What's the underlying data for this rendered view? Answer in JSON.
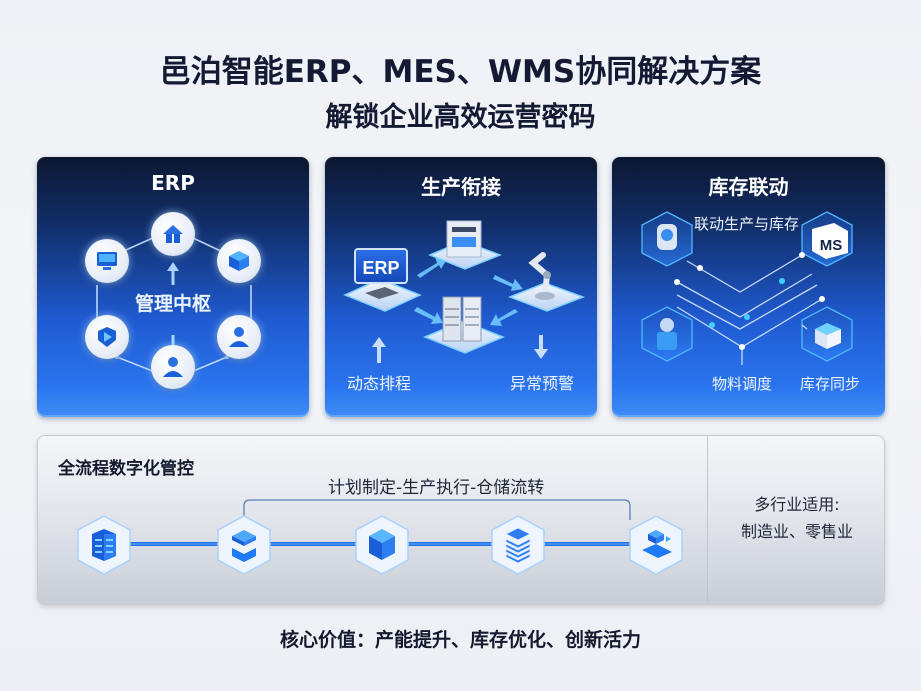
{
  "header": {
    "title": "邑泊智能ERP、MES、WMS协同解决方案",
    "subtitle": "解锁企业高效运营密码"
  },
  "panels": [
    {
      "title": "ERP",
      "center_label": "管理中枢",
      "nodes": [
        "home-icon",
        "cube-icon",
        "user-icon",
        "user-icon",
        "shield-icon",
        "monitor-icon"
      ]
    },
    {
      "title": "生产衔接",
      "screen_label": "ERP",
      "left_label": "动态排程",
      "right_label": "异常预警",
      "devices": [
        "erp-computer-icon",
        "machine-icon",
        "robot-arm-icon",
        "server-rack-icon"
      ]
    },
    {
      "title": "库存联动",
      "top_label": "联动生产与库存",
      "ms_label": "MS",
      "bottom_left_label": "物料调度",
      "bottom_right_label": "库存同步",
      "nodes": [
        "scanner-icon",
        "ms-box-icon",
        "worker-icon",
        "inventory-box-icon"
      ]
    }
  ],
  "process": {
    "title": "全流程数字化管控",
    "flow_label": "计划制定-生产执行-仓储流转",
    "steps": [
      "database-icon",
      "layers-icon",
      "cube-icon",
      "stack-icon",
      "workflow-icon"
    ],
    "industry_line1": "多行业适用:",
    "industry_line2": "制造业、零售业"
  },
  "footer": {
    "text": "核心价值：产能提升、库存优化、创新活力"
  },
  "colors": {
    "panel_top": "#0c1730",
    "panel_bottom": "#2a74ee",
    "accent": "#1e6ff0",
    "text_dark": "#141a33"
  }
}
